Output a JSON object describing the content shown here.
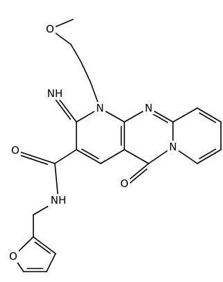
{
  "molecule": {
    "atom_labels": {
      "methoxy_o": "O",
      "ring_n1": "N",
      "ring_n2": "N",
      "ring_n3": "N",
      "imine": "NH",
      "carbonyl_o_amide": "O",
      "amide_n": "NH",
      "carbonyl_o_ring": "O",
      "furan_o": "O"
    },
    "colors": {
      "bond": "#000000",
      "text": "#000000",
      "background": "#ffffff"
    }
  }
}
